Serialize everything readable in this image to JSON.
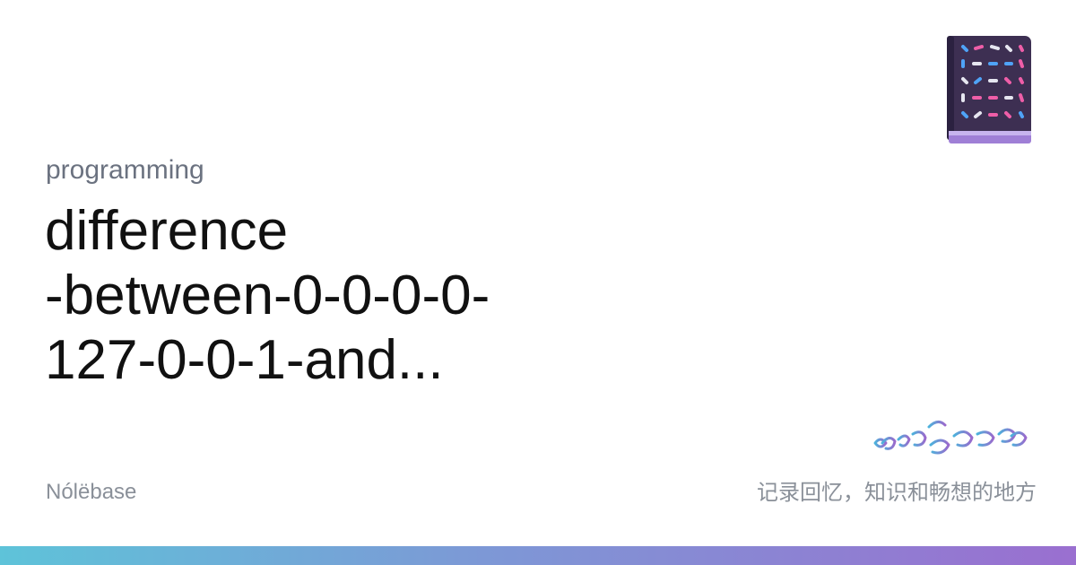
{
  "category": "programming",
  "title_lines": [
    "difference",
    "-between-0-0-0-0-",
    "127-0-0-1-and..."
  ],
  "site_name": "Nólëbase",
  "tagline": "记录回忆，知识和畅想的地方",
  "icons": {
    "book": "book-icon",
    "logo": "tengwar-script-logo"
  },
  "colors": {
    "category_text": "#6b7280",
    "title_text": "#111111",
    "footer_text": "#8a9099",
    "bar_gradient_start": "#5ec3d9",
    "bar_gradient_end": "#9a6fd0",
    "book_cover": "#3d2f52"
  }
}
